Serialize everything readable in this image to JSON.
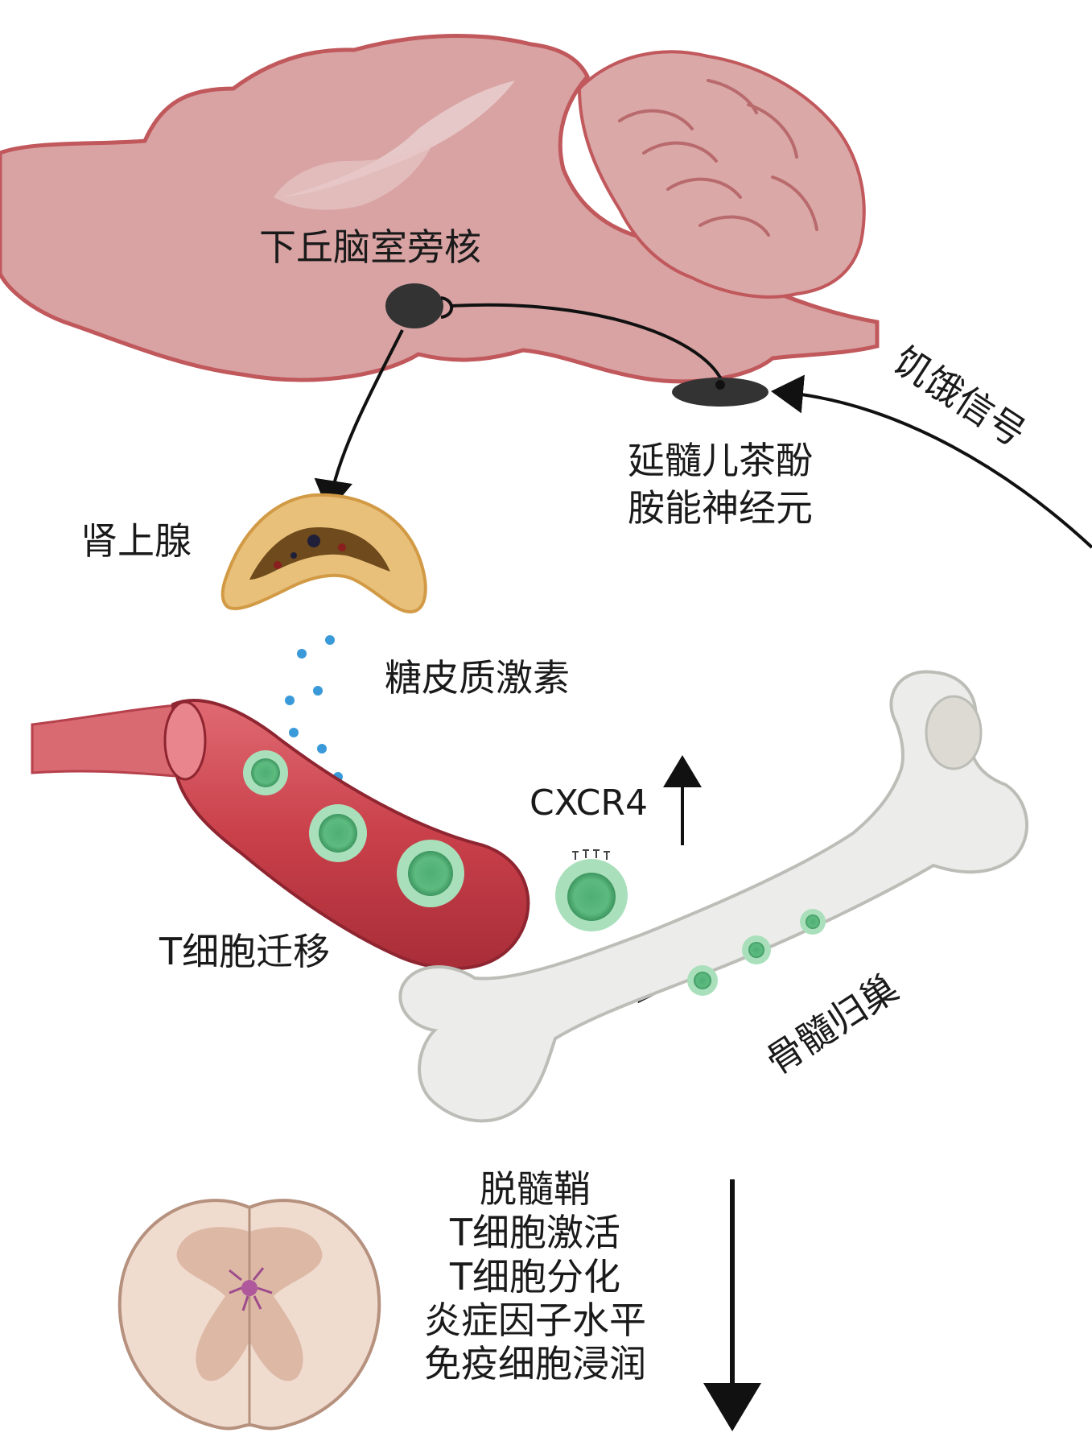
{
  "labels": {
    "hypothalamus_pvn": "下丘脑室旁核",
    "hunger_signal": "饥饿信号",
    "medulla_neuron_line1": "延髓儿茶酚",
    "medulla_neuron_line2": "胺能神经元",
    "adrenal_gland": "肾上腺",
    "glucocorticoid": "糖皮质激素",
    "cxcr4": "CXCR4",
    "t_cell_migration": "T细胞迁移",
    "bone_marrow_homing": "骨髓归巢"
  },
  "outcomes": [
    "脱髓鞘",
    "T细胞激活",
    "T细胞分化",
    "炎症因子水平",
    "免疫细胞浸润"
  ],
  "colors": {
    "brain_fill": "#d9a3a3",
    "brain_outline": "#c0585c",
    "adrenal_fill": "#e8c07a",
    "vessel_red": "#c9404a",
    "t_cell_green": "#7fcf9a",
    "bone_fill": "#ececea",
    "spinal_cord": "#e8cfc2"
  }
}
